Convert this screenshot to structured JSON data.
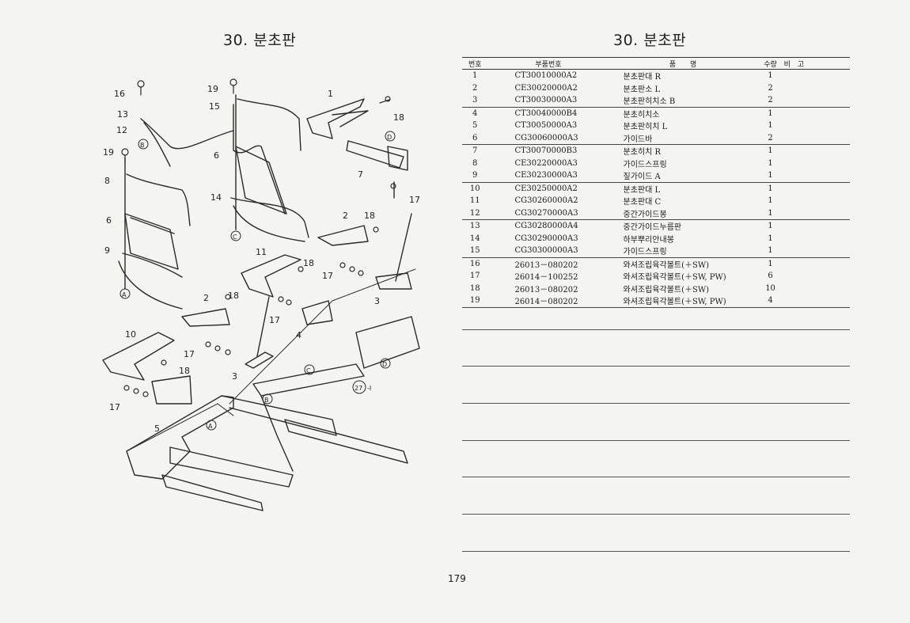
{
  "titles": {
    "left": "30. 분초판",
    "right": "30. 분초판"
  },
  "table": {
    "headers": {
      "no": "번호",
      "part_no": "부품번호",
      "name": "품　　명",
      "qty": "수량",
      "remarks": "비　고"
    },
    "rows": [
      {
        "no": "1",
        "part_no": "CT30010000A2",
        "name": "분초판대 R",
        "qty": "1"
      },
      {
        "no": "2",
        "part_no": "CE30020000A2",
        "name": "분초판소 L",
        "qty": "2"
      },
      {
        "no": "3",
        "part_no": "CT30030000A3",
        "name": "분초판히치소 B",
        "qty": "2"
      },
      {
        "no": "4",
        "part_no": "CT30040000B4",
        "name": "분초히치소",
        "qty": "1"
      },
      {
        "no": "5",
        "part_no": "CT30050000A3",
        "name": "분초판히치 L",
        "qty": "1"
      },
      {
        "no": "6",
        "part_no": "CG30060000A3",
        "name": "가이드바",
        "qty": "2"
      },
      {
        "no": "7",
        "part_no": "CT30070000B3",
        "name": "분초히치 R",
        "qty": "1"
      },
      {
        "no": "8",
        "part_no": "CE30220000A3",
        "name": "가이드스프링",
        "qty": "1"
      },
      {
        "no": "9",
        "part_no": "CE30230000A3",
        "name": "짚가이드 A",
        "qty": "1"
      },
      {
        "no": "10",
        "part_no": "CE30250000A2",
        "name": "분초판대 L",
        "qty": "1"
      },
      {
        "no": "11",
        "part_no": "CG30260000A2",
        "name": "분초판대 C",
        "qty": "1"
      },
      {
        "no": "12",
        "part_no": "CG30270000A3",
        "name": "중간가이드봉",
        "qty": "1"
      },
      {
        "no": "13",
        "part_no": "CG30280000A4",
        "name": "중간가이드누름판",
        "qty": "1"
      },
      {
        "no": "14",
        "part_no": "CG30290000A3",
        "name": "하부뿌리안내봉",
        "qty": "1"
      },
      {
        "no": "15",
        "part_no": "CG30300000A3",
        "name": "가이드스프링",
        "qty": "1"
      },
      {
        "no": "16",
        "part_no": "26013－080202",
        "name": "와셔조립육각볼트(＋SW)",
        "qty": "1"
      },
      {
        "no": "17",
        "part_no": "26014－100252",
        "name": "와셔조립육각볼트(＋SW, PW)",
        "qty": "6"
      },
      {
        "no": "18",
        "part_no": "26013－080202",
        "name": "와셔조립육각볼트(＋SW)",
        "qty": "10"
      },
      {
        "no": "19",
        "part_no": "26014－080202",
        "name": "와셔조립육각볼트(＋SW, PW)",
        "qty": "4"
      }
    ]
  },
  "diagram": {
    "callouts": [
      "1",
      "2",
      "3",
      "4",
      "5",
      "6",
      "7",
      "8",
      "9",
      "10",
      "11",
      "12",
      "13",
      "14",
      "15",
      "16",
      "17",
      "18",
      "19",
      "2",
      "3",
      "6",
      "17",
      "18",
      "17",
      "18",
      "17",
      "18",
      "17",
      "18",
      "19"
    ],
    "circle_labels": [
      "A",
      "B",
      "C",
      "D",
      "A",
      "B",
      "C",
      "D",
      "27"
    ],
    "ref_suffix": "-I"
  },
  "page_number": "179"
}
